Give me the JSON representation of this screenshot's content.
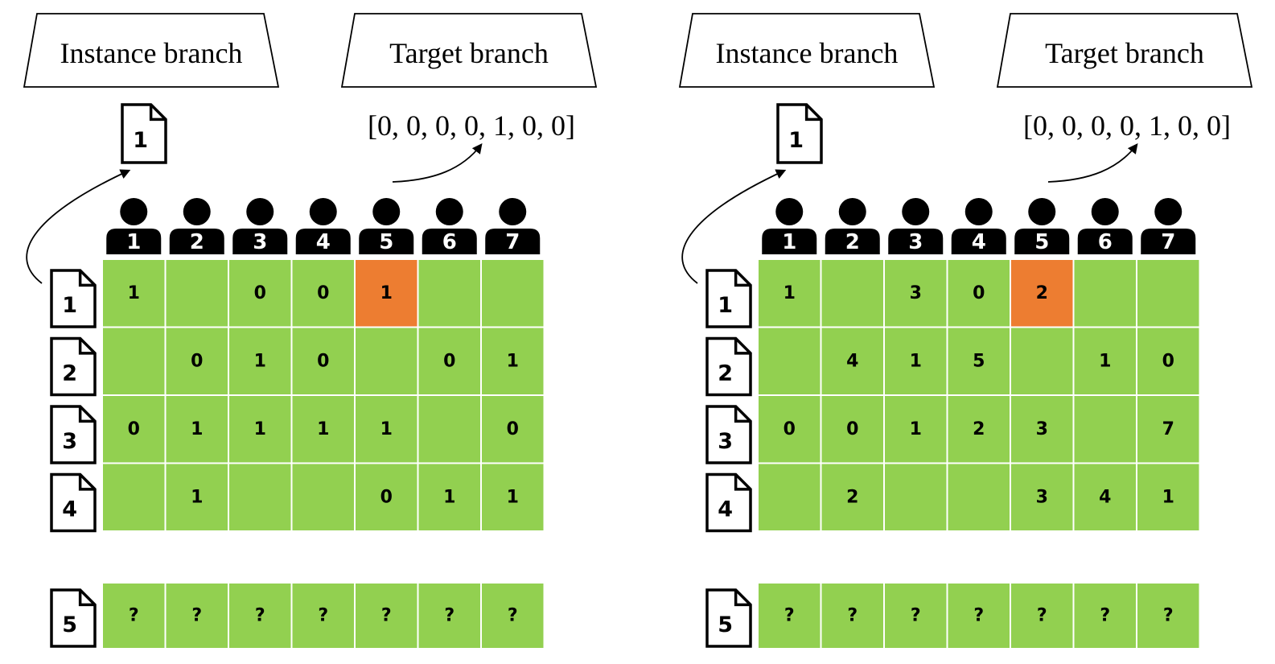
{
  "colors": {
    "cell": "#92d050",
    "highlight": "#ed7d31",
    "ink": "#000000",
    "grid": "#ffffff"
  },
  "panels": [
    {
      "instance_label": "Instance branch",
      "target_label": "Target branch",
      "target_vector": "[0, 0, 0, 0, 1, 0, 0]",
      "instance_doc": "1",
      "users": [
        "1",
        "2",
        "3",
        "4",
        "5",
        "6",
        "7"
      ],
      "docs": [
        "1",
        "2",
        "3",
        "4"
      ],
      "rows": [
        [
          "1",
          "",
          "0",
          "0",
          "1",
          "",
          ""
        ],
        [
          "",
          "0",
          "1",
          "0",
          "",
          "0",
          "1"
        ],
        [
          "0",
          "1",
          "1",
          "1",
          "1",
          "",
          "0"
        ],
        [
          "",
          "1",
          "",
          "",
          "0",
          "1",
          "1"
        ]
      ],
      "highlight_cell": [
        0,
        4
      ],
      "query_doc": "5",
      "query_row": [
        "?",
        "?",
        "?",
        "?",
        "?",
        "?",
        "?"
      ]
    },
    {
      "instance_label": "Instance branch",
      "target_label": "Target branch",
      "target_vector": "[0, 0, 0, 0, 1, 0, 0]",
      "instance_doc": "1",
      "users": [
        "1",
        "2",
        "3",
        "4",
        "5",
        "6",
        "7"
      ],
      "docs": [
        "1",
        "2",
        "3",
        "4"
      ],
      "rows": [
        [
          "1",
          "",
          "3",
          "0",
          "2",
          "",
          ""
        ],
        [
          "",
          "4",
          "1",
          "5",
          "",
          "1",
          "0"
        ],
        [
          "0",
          "0",
          "1",
          "2",
          "3",
          "",
          "7"
        ],
        [
          "",
          "2",
          "",
          "",
          "3",
          "4",
          "1"
        ]
      ],
      "highlight_cell": [
        0,
        4
      ],
      "query_doc": "5",
      "query_row": [
        "?",
        "?",
        "?",
        "?",
        "?",
        "?",
        "?"
      ]
    }
  ]
}
